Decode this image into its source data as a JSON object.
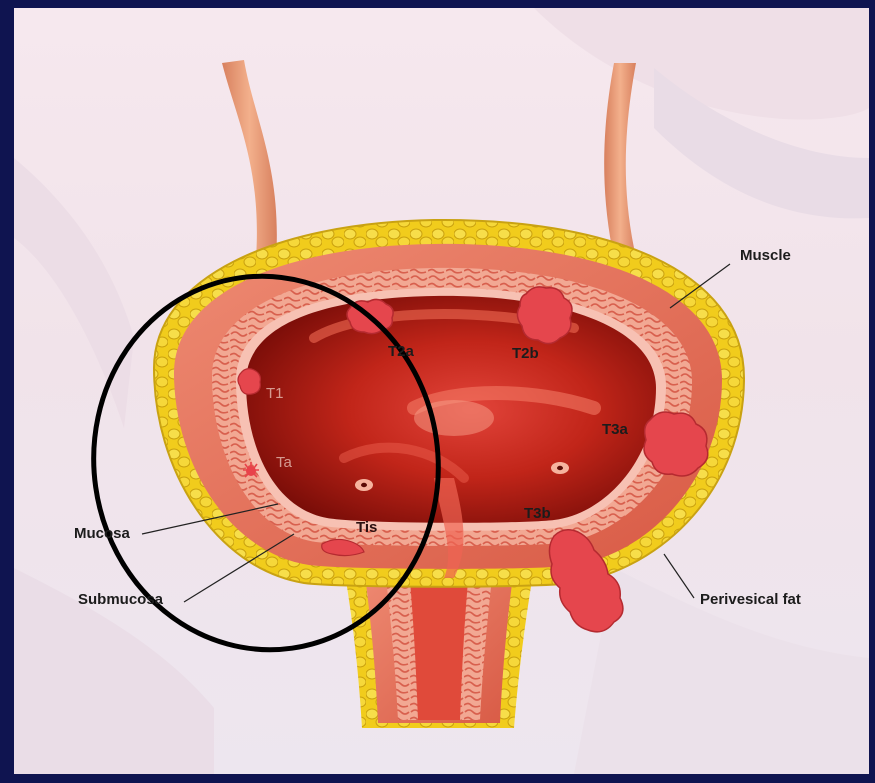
{
  "labels": {
    "muscle": "Muscle",
    "mucosa": "Mucosa",
    "submucosa": "Submucosa",
    "perivesical_fat": "Perivesical fat"
  },
  "stages": {
    "t2a": "T2a",
    "t2b": "T2b",
    "t1": "T1",
    "ta": "Ta",
    "t3a": "T3a",
    "t3b": "T3b",
    "tis": "Tis"
  },
  "colors": {
    "background_border": "#0f1450",
    "fat": "#f2cf1e",
    "muscle": "#e9735f",
    "submucosa": "#f0a08e",
    "mucosa": "#f7c4b8",
    "lumen": "#b71c12",
    "tumor": "#e8424a",
    "highlight_circle": "#000000"
  }
}
